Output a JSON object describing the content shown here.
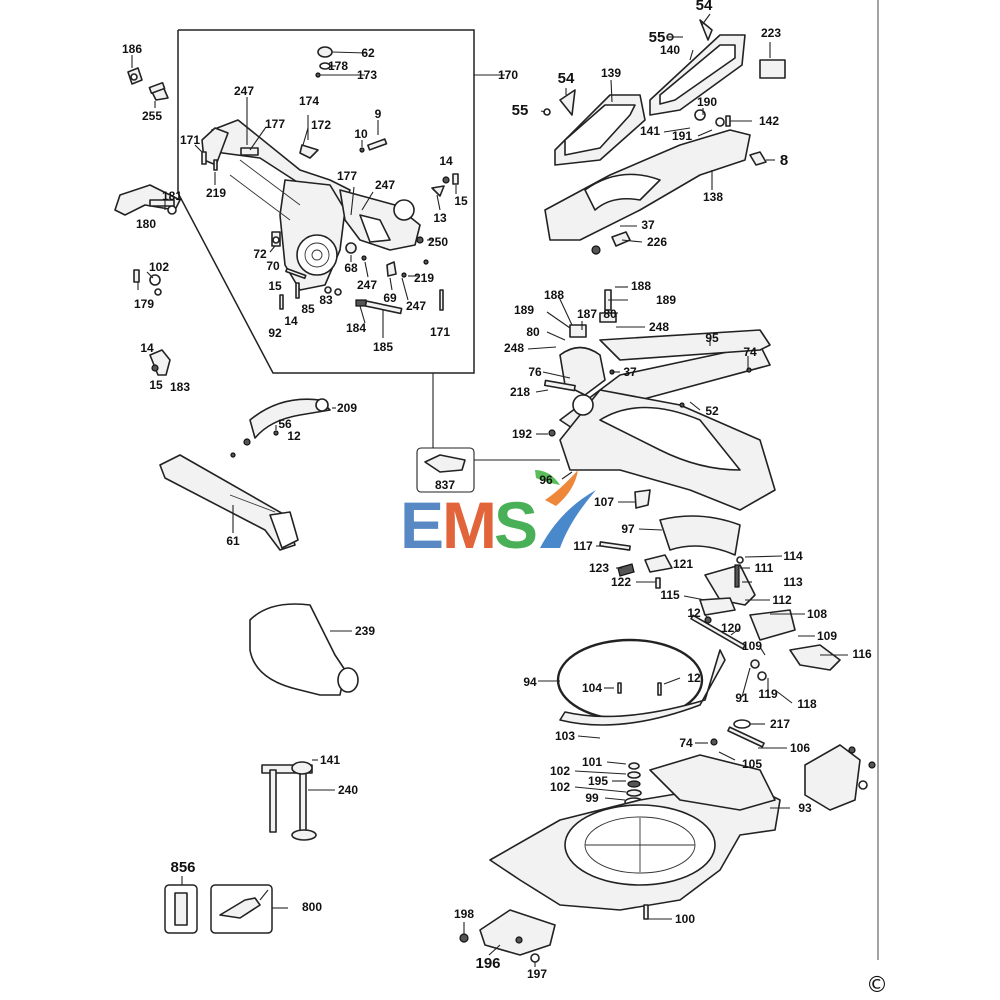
{
  "diagram": {
    "labels": [
      {
        "id": "186",
        "text": "186"
      },
      {
        "id": "255",
        "text": "255"
      },
      {
        "id": "181",
        "text": "181"
      },
      {
        "id": "180",
        "text": "180"
      },
      {
        "id": "102a",
        "text": "102"
      },
      {
        "id": "179",
        "text": "179"
      },
      {
        "id": "14a",
        "text": "14"
      },
      {
        "id": "15a",
        "text": "15"
      },
      {
        "id": "183",
        "text": "183"
      },
      {
        "id": "62",
        "text": "62"
      },
      {
        "id": "178",
        "text": "178"
      },
      {
        "id": "173",
        "text": "173"
      },
      {
        "id": "170",
        "text": "170"
      },
      {
        "id": "247a",
        "text": "247"
      },
      {
        "id": "174",
        "text": "174"
      },
      {
        "id": "9",
        "text": "9"
      },
      {
        "id": "177a",
        "text": "177"
      },
      {
        "id": "172",
        "text": "172"
      },
      {
        "id": "10",
        "text": "10"
      },
      {
        "id": "171a",
        "text": "171"
      },
      {
        "id": "219a",
        "text": "219"
      },
      {
        "id": "177b",
        "text": "177"
      },
      {
        "id": "247b",
        "text": "247"
      },
      {
        "id": "14b",
        "text": "14"
      },
      {
        "id": "13",
        "text": "13"
      },
      {
        "id": "15b",
        "text": "15"
      },
      {
        "id": "250",
        "text": "250"
      },
      {
        "id": "72",
        "text": "72"
      },
      {
        "id": "70",
        "text": "70"
      },
      {
        "id": "68",
        "text": "68"
      },
      {
        "id": "219b",
        "text": "219"
      },
      {
        "id": "15c",
        "text": "15"
      },
      {
        "id": "247c",
        "text": "247"
      },
      {
        "id": "69",
        "text": "69"
      },
      {
        "id": "247d",
        "text": "247"
      },
      {
        "id": "83",
        "text": "83"
      },
      {
        "id": "85",
        "text": "85"
      },
      {
        "id": "14c",
        "text": "14"
      },
      {
        "id": "92",
        "text": "92"
      },
      {
        "id": "184",
        "text": "184"
      },
      {
        "id": "171b",
        "text": "171"
      },
      {
        "id": "185",
        "text": "185"
      },
      {
        "id": "54a",
        "text": "54"
      },
      {
        "id": "55a",
        "text": "55"
      },
      {
        "id": "140",
        "text": "140"
      },
      {
        "id": "223",
        "text": "223"
      },
      {
        "id": "54b",
        "text": "54"
      },
      {
        "id": "139",
        "text": "139"
      },
      {
        "id": "55b",
        "text": "55"
      },
      {
        "id": "190",
        "text": "190"
      },
      {
        "id": "142",
        "text": "142"
      },
      {
        "id": "141a",
        "text": "141"
      },
      {
        "id": "191",
        "text": "191"
      },
      {
        "id": "8",
        "text": "8"
      },
      {
        "id": "138",
        "text": "138"
      },
      {
        "id": "37a",
        "text": "37"
      },
      {
        "id": "226",
        "text": "226"
      },
      {
        "id": "188a",
        "text": "188"
      },
      {
        "id": "188b",
        "text": "188"
      },
      {
        "id": "189a",
        "text": "189"
      },
      {
        "id": "189b",
        "text": "189"
      },
      {
        "id": "187",
        "text": "187"
      },
      {
        "id": "80a",
        "text": "80"
      },
      {
        "id": "80b",
        "text": "80"
      },
      {
        "id": "248a",
        "text": "248"
      },
      {
        "id": "248b",
        "text": "248"
      },
      {
        "id": "95",
        "text": "95"
      },
      {
        "id": "74a",
        "text": "74"
      },
      {
        "id": "76",
        "text": "76"
      },
      {
        "id": "37b",
        "text": "37"
      },
      {
        "id": "218",
        "text": "218"
      },
      {
        "id": "52",
        "text": "52"
      },
      {
        "id": "192",
        "text": "192"
      },
      {
        "id": "209",
        "text": "209"
      },
      {
        "id": "56",
        "text": "56"
      },
      {
        "id": "12a",
        "text": "12"
      },
      {
        "id": "837",
        "text": "837"
      },
      {
        "id": "96",
        "text": "96"
      },
      {
        "id": "107",
        "text": "107"
      },
      {
        "id": "61",
        "text": "61"
      },
      {
        "id": "97",
        "text": "97"
      },
      {
        "id": "117",
        "text": "117"
      },
      {
        "id": "114",
        "text": "114"
      },
      {
        "id": "123",
        "text": "123"
      },
      {
        "id": "121",
        "text": "121"
      },
      {
        "id": "111",
        "text": "111"
      },
      {
        "id": "122",
        "text": "122"
      },
      {
        "id": "113",
        "text": "113"
      },
      {
        "id": "115",
        "text": "115"
      },
      {
        "id": "112",
        "text": "112"
      },
      {
        "id": "12b",
        "text": "12"
      },
      {
        "id": "108",
        "text": "108"
      },
      {
        "id": "239",
        "text": "239"
      },
      {
        "id": "120",
        "text": "120"
      },
      {
        "id": "109a",
        "text": "109"
      },
      {
        "id": "109b",
        "text": "109"
      },
      {
        "id": "116",
        "text": "116"
      },
      {
        "id": "94",
        "text": "94"
      },
      {
        "id": "104",
        "text": "104"
      },
      {
        "id": "12c",
        "text": "12"
      },
      {
        "id": "91",
        "text": "91"
      },
      {
        "id": "119",
        "text": "119"
      },
      {
        "id": "118",
        "text": "118"
      },
      {
        "id": "217",
        "text": "217"
      },
      {
        "id": "103",
        "text": "103"
      },
      {
        "id": "74b",
        "text": "74"
      },
      {
        "id": "106",
        "text": "106"
      },
      {
        "id": "141b",
        "text": "141"
      },
      {
        "id": "101",
        "text": "101"
      },
      {
        "id": "105",
        "text": "105"
      },
      {
        "id": "102b",
        "text": "102"
      },
      {
        "id": "195",
        "text": "195"
      },
      {
        "id": "240",
        "text": "240"
      },
      {
        "id": "102c",
        "text": "102"
      },
      {
        "id": "99",
        "text": "99"
      },
      {
        "id": "93",
        "text": "93"
      },
      {
        "id": "856",
        "text": "856"
      },
      {
        "id": "800",
        "text": "800"
      },
      {
        "id": "100",
        "text": "100"
      },
      {
        "id": "198",
        "text": "198"
      },
      {
        "id": "196",
        "text": "196"
      },
      {
        "id": "197",
        "text": "197"
      }
    ]
  },
  "watermark": {
    "text": "EMS",
    "colors": {
      "e": "#4a7fc0",
      "m": "#e0572a",
      "s": "#3aaa4a",
      "swoosh_blue": "#3b7ec8",
      "swoosh_orange": "#ee7d2a",
      "swoosh_green": "#4cb84c"
    }
  },
  "copyright": "©",
  "colors": {
    "line": "#222222",
    "background": "#ffffff"
  }
}
